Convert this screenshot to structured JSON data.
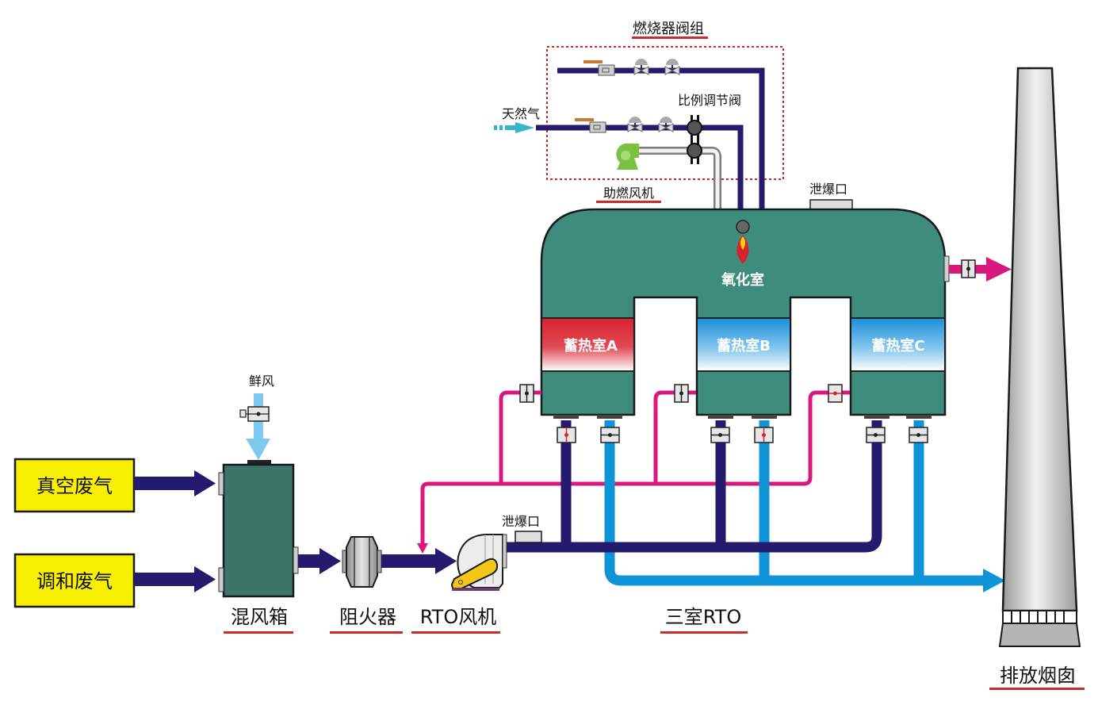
{
  "title": "三室RTO工艺流程图",
  "colors": {
    "chamber_green": "#3e8c7b",
    "waste_pipe": "#241a6e",
    "purge_pipe": "#d8187f",
    "clean_pipe": "#0f94d8",
    "fresh_air": "#7ec9f0",
    "label_box": "#f7f000",
    "underline": "#cc2b2b",
    "hot_zone": "#d8232f",
    "cool_zone": "#1a8fd9",
    "burner_fan": "#7ac143",
    "gas_inlet": "#35b6c8"
  },
  "inputs": {
    "vacuum_waste_gas": "真空废气",
    "blended_waste_gas": "调和废气",
    "fresh_air": "鲜风",
    "natural_gas": "天然气"
  },
  "equipment": {
    "mixing_box": "混风箱",
    "flame_arrester": "阻火器",
    "rto_fan": "RTO风机",
    "three_chamber_rto": "三室RTO",
    "chimney": "排放烟囱",
    "burner_valve_group": "燃烧器阀组",
    "proportional_valve": "比例调节阀",
    "combustion_fan": "助燃风机",
    "oxidation_chamber": "氧化室",
    "explosion_vent_top": "泄爆口",
    "explosion_vent_fan": "泄爆口"
  },
  "regenerators": [
    {
      "label": "蓄热室A",
      "state": "hot"
    },
    {
      "label": "蓄热室B",
      "state": "cool"
    },
    {
      "label": "蓄热室C",
      "state": "cool"
    }
  ]
}
